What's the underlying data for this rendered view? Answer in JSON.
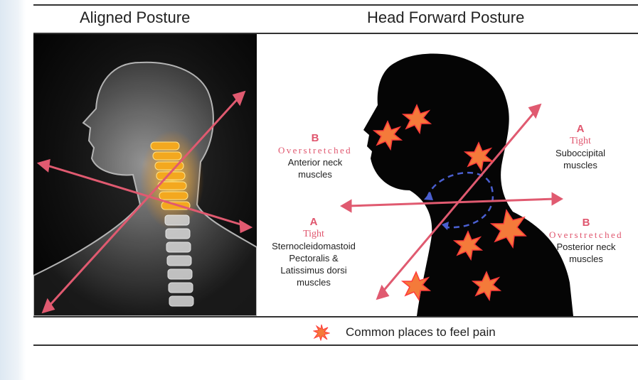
{
  "titles": {
    "left": "Aligned Posture",
    "right": "Head Forward Posture"
  },
  "labels": {
    "anterior": {
      "letter": "B",
      "status": "Overstretched",
      "muscle_line1": "Anterior neck",
      "muscle_line2": "muscles"
    },
    "suboccipital": {
      "letter": "A",
      "status": "Tight",
      "muscle_line1": "Suboccipital",
      "muscle_line2": "muscles"
    },
    "sterno": {
      "letter": "A",
      "status": "Tight",
      "muscle_line1": "Sternocleidomastoid",
      "muscle_line2": "Pectoralis &",
      "muscle_line3": "Latissimus dorsi",
      "muscle_line4": "muscles"
    },
    "posterior": {
      "letter": "B",
      "status": "Overstretched",
      "muscle_line1": "Posterior neck",
      "muscle_line2": "muscles"
    }
  },
  "legend": {
    "text": "Common places to feel pain",
    "icon": "pain-burst-icon"
  },
  "colors": {
    "accent_red": "#e0566e",
    "arrow_red": "#e05a70",
    "pain_orange": "#f47a3a",
    "dashed_blue": "#4a5fd0"
  }
}
